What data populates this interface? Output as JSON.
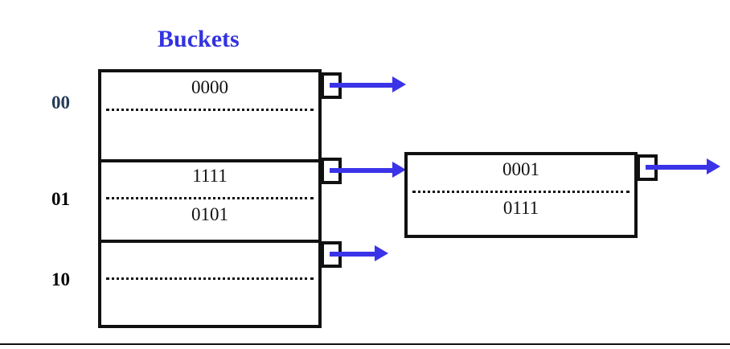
{
  "diagram": {
    "title": "Buckets",
    "title_color": "#3333e0",
    "line_color": "#111111",
    "arrow_color": "#3b33e8",
    "main_buckets": [
      {
        "index_label": "00",
        "index_color": "#243b57",
        "top_entry": "0000",
        "bottom_entry": "",
        "has_overflow_pointer": true,
        "pointer_target": "none"
      },
      {
        "index_label": "01",
        "index_color": "#000000",
        "top_entry": "1111",
        "bottom_entry": "0101",
        "has_overflow_pointer": true,
        "pointer_target": "overflow-bucket-1"
      },
      {
        "index_label": "10",
        "index_color": "#000000",
        "top_entry": "",
        "bottom_entry": "",
        "has_overflow_pointer": true,
        "pointer_target": "none"
      }
    ],
    "overflow_buckets": [
      {
        "id": "overflow-bucket-1",
        "top_entry": "0001",
        "bottom_entry": "0111",
        "has_overflow_pointer": true,
        "pointer_target": "none"
      }
    ]
  }
}
